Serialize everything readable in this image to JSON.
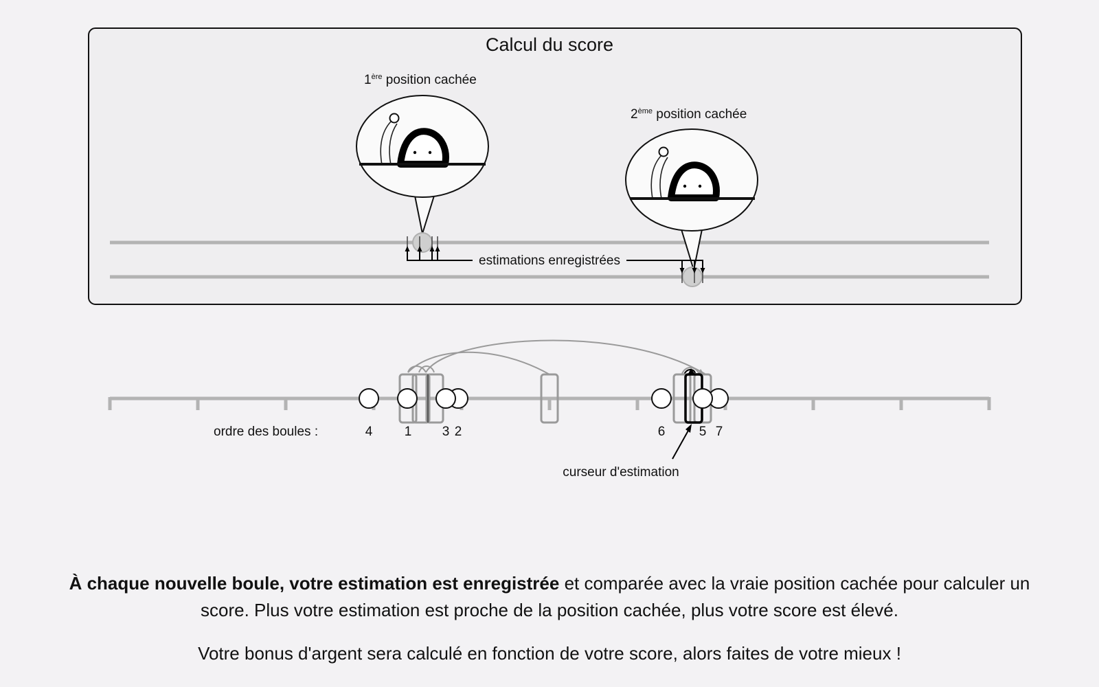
{
  "panel": {
    "title": "Calcul du score",
    "label_first_number": "1",
    "label_first_sup": "ère",
    "label_first_text": " position cachée",
    "label_second_number": "2",
    "label_second_sup": "ème",
    "label_second_text": " position cachée",
    "recorded_label": "estimations enregistrées"
  },
  "scale": {
    "order_label": "ordre des boules :",
    "ball_orders": [
      "4",
      "1",
      "3",
      "2",
      "6",
      "5",
      "7"
    ],
    "cursor_label": "curseur d'estimation"
  },
  "instructions": {
    "bold_text": "À chaque nouvelle boule, votre estimation est enregistrée",
    "rest_text": " et comparée avec la vraie position cachée pour calculer un score. Plus votre estimation est proche de la position cachée, plus votre score est élevé.",
    "bonus_text": "Votre bonus d'argent sera calculé en fonction de votre score, alors faites de votre mieux !"
  },
  "colors": {
    "background": "#f3f2f4",
    "panel_fill": "#efeef0",
    "track": "#b3b3b3",
    "past_cursor": "#9a9a9a",
    "active_cursor": "#000000"
  }
}
